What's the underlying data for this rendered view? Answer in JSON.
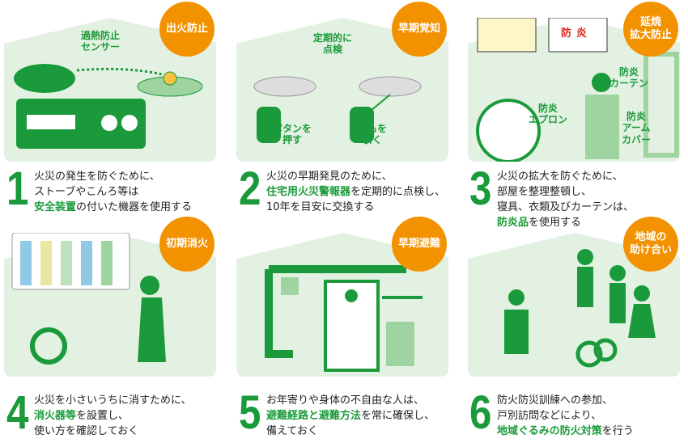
{
  "colors": {
    "green": "#1a9a3a",
    "orange": "#f39200",
    "panel_bg": "#e3f1e3"
  },
  "items": [
    {
      "number": "1",
      "badge": "出火防止",
      "labels": [
        "過熱防止\nセンサー"
      ],
      "text": [
        {
          "pre": "",
          "hl": "",
          "post": "火災の発生を防ぐために、"
        },
        {
          "pre": "",
          "hl": "",
          "post": "ストーブやこんろ等は"
        },
        {
          "pre": "",
          "hl": "安全装置",
          "post": "の付いた機器を使用する"
        }
      ]
    },
    {
      "number": "2",
      "badge": "早期覚知",
      "labels": [
        "定期的に\n点検",
        "ボタンを\n押す",
        "ひもを\n引く"
      ],
      "text": [
        {
          "pre": "",
          "hl": "",
          "post": "火災の早期発見のために、"
        },
        {
          "pre": "",
          "hl": "住宅用火災警報器",
          "post": "を定期的に点検し、"
        },
        {
          "pre": "",
          "hl": "",
          "post": "10年を目安に交換する"
        }
      ]
    },
    {
      "number": "3",
      "badge": "延焼\n拡大防止",
      "labels": [
        "防炎\nカーテン",
        "防炎\nエプロン",
        "防炎\nアーム\nカバー",
        "防炎"
      ],
      "text": [
        {
          "pre": "",
          "hl": "",
          "post": "火災の拡大を防ぐために、"
        },
        {
          "pre": "",
          "hl": "",
          "post": "部屋を整理整頓し、"
        },
        {
          "pre": "",
          "hl": "",
          "post": "寝具、衣類及びカーテンは、"
        },
        {
          "pre": "",
          "hl": "防炎品",
          "post": "を使用する"
        }
      ]
    },
    {
      "number": "4",
      "badge": "初期消火",
      "labels": [],
      "text": [
        {
          "pre": "",
          "hl": "",
          "post": "火災を小さいうちに消すために、"
        },
        {
          "pre": "",
          "hl": "消火器等",
          "post": "を設置し、"
        },
        {
          "pre": "",
          "hl": "",
          "post": "使い方を確認しておく"
        }
      ]
    },
    {
      "number": "5",
      "badge": "早期避難",
      "labels": [],
      "text": [
        {
          "pre": "",
          "hl": "",
          "post": "お年寄りや身体の不自由な人は、"
        },
        {
          "pre": "",
          "hl": "避難経路と避難方法",
          "post": "を常に確保し、"
        },
        {
          "pre": "",
          "hl": "",
          "post": "備えておく"
        }
      ]
    },
    {
      "number": "6",
      "badge": "地域の\n助け合い",
      "labels": [],
      "text": [
        {
          "pre": "",
          "hl": "",
          "post": "防火防災訓練への参加、"
        },
        {
          "pre": "",
          "hl": "",
          "post": "戸別訪問などにより、"
        },
        {
          "pre": "",
          "hl": "地域ぐるみの防火対策",
          "post": "を行う"
        }
      ]
    }
  ]
}
